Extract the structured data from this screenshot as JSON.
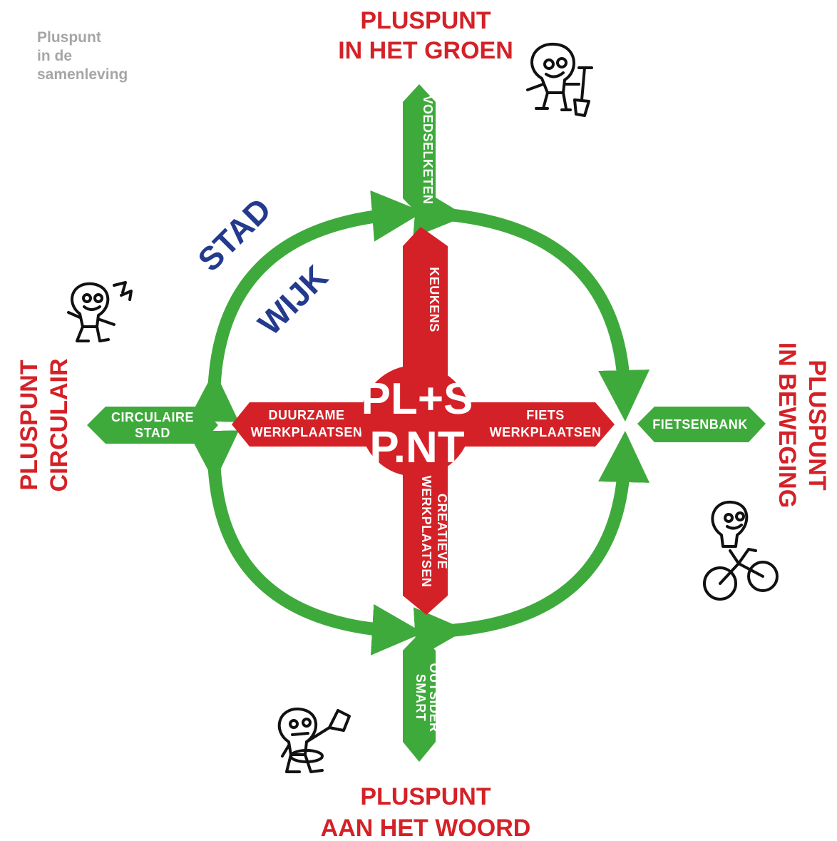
{
  "corner_label": [
    "Pluspunt",
    "in de",
    "samenleving"
  ],
  "pillars": {
    "top": [
      "PLUSPUNT",
      "IN HET GROEN"
    ],
    "bottom": [
      "PLUSPUNT",
      "AAN HET WOORD"
    ],
    "left": [
      "PLUSPUNT",
      "CIRCULAIR"
    ],
    "right": [
      "PLUSPUNT",
      "IN BEWEGING"
    ]
  },
  "outer_arms": {
    "top": [
      "VOEDSELKETEN"
    ],
    "bottom": [
      "OUTSIDER",
      "SMART"
    ],
    "left": [
      "CIRCULAIRE",
      "STAD"
    ],
    "right": [
      "FIETSENBANK"
    ]
  },
  "inner_arms": {
    "top": [
      "KEUKENS"
    ],
    "bottom": [
      "CREATIEVE",
      "WERKPLAATSEN"
    ],
    "left": [
      "DUURZAME",
      "WERKPLAATSEN"
    ],
    "right": [
      "FIETS",
      "WERKPLAATSEN"
    ]
  },
  "center_logo": [
    "PL+S",
    "P.NT"
  ],
  "scope_labels": {
    "outer": "STAD",
    "inner": "WIJK"
  },
  "colors": {
    "green": "#3faa3c",
    "red": "#d42127",
    "blue": "#233a8f",
    "grey": "#a6a6a6"
  },
  "icons": [
    "lightbulb-gardener-icon",
    "lightbulb-recycle-icon",
    "lightbulb-cyclist-icon",
    "lightbulb-speaker-icon"
  ]
}
